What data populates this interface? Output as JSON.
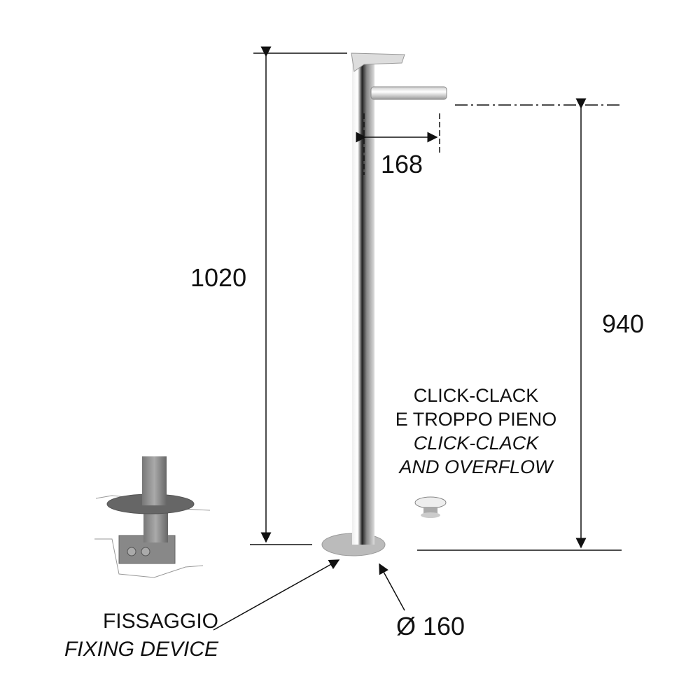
{
  "dimensions": {
    "total_height": "1020",
    "spout_height": "940",
    "spout_reach": "168",
    "base_diameter": "Ø 160"
  },
  "notes": {
    "click_clack_it_1": "CLICK-CLACK",
    "click_clack_it_2": "E TROPPO PIENO",
    "click_clack_en_1": "CLICK-CLACK",
    "click_clack_en_2": "AND OVERFLOW"
  },
  "fixing": {
    "label_it": "FISSAGGIO",
    "label_en": "FIXING DEVICE"
  }
}
